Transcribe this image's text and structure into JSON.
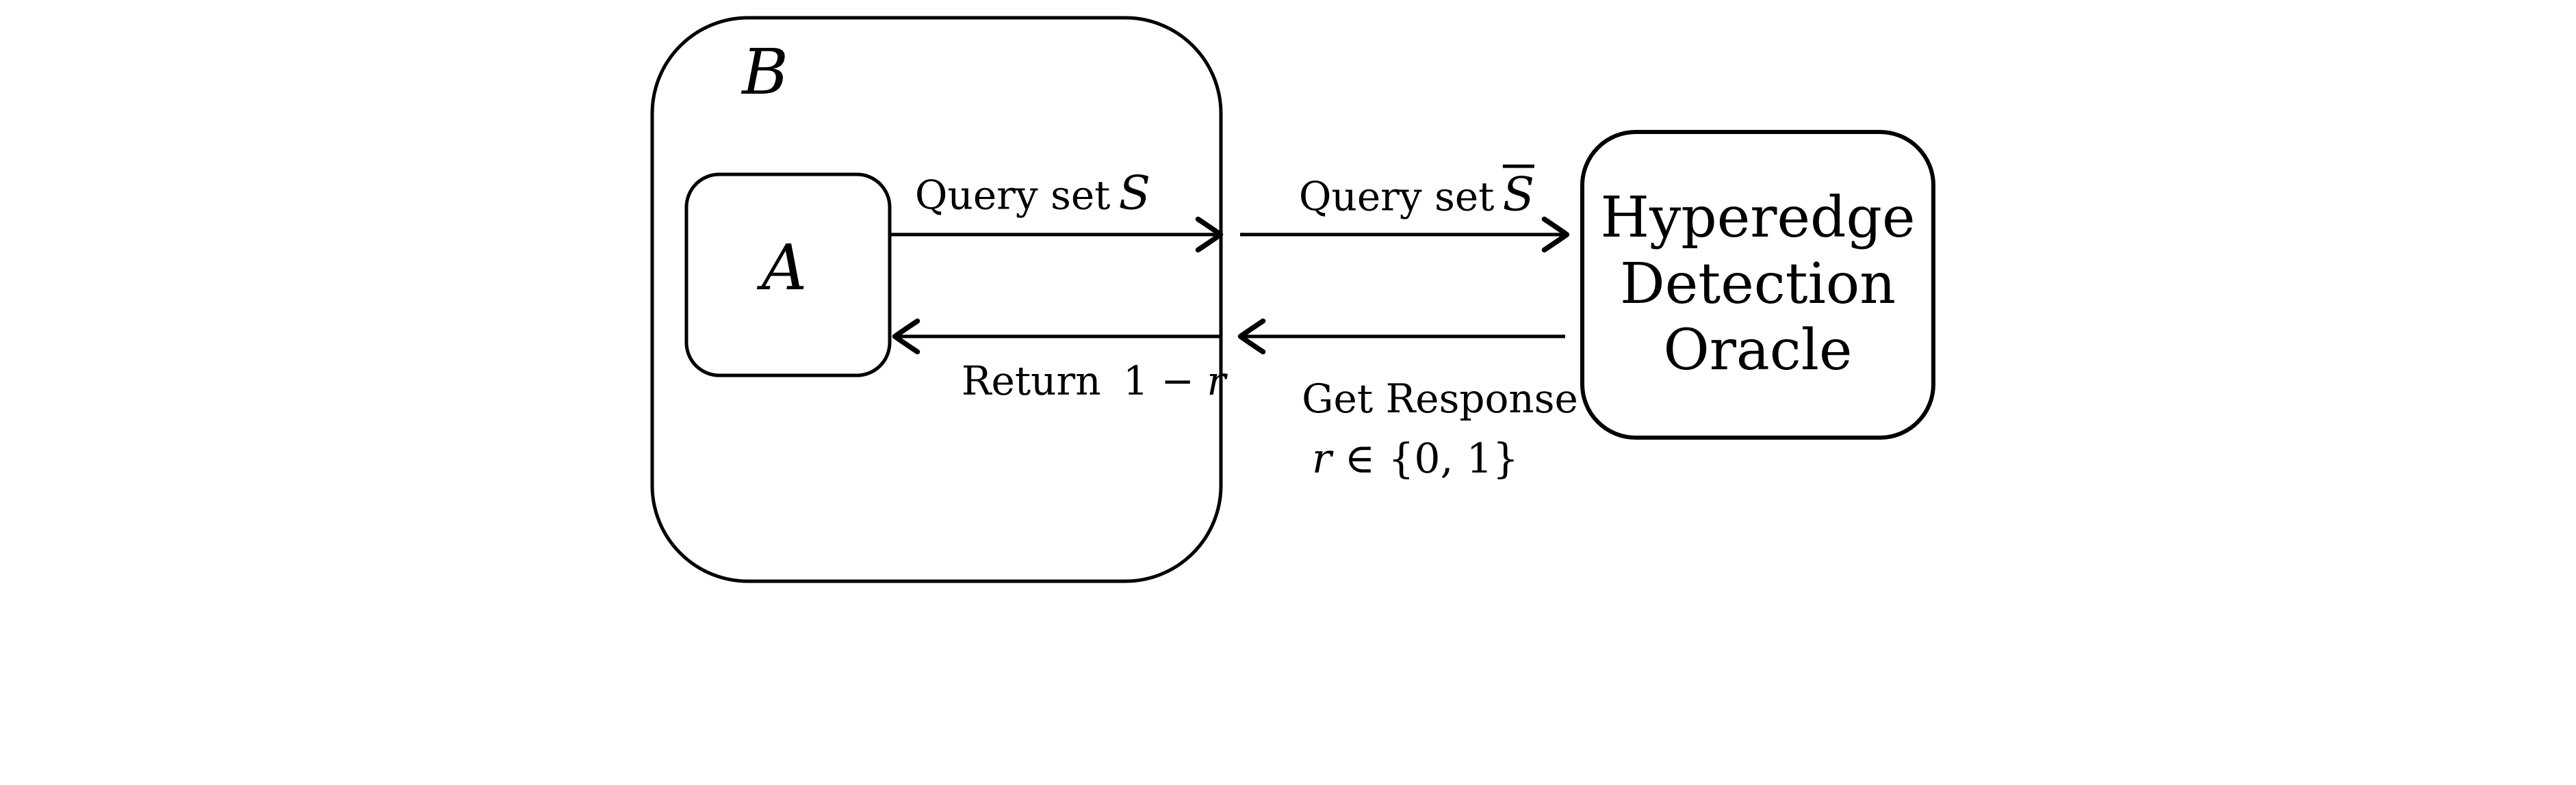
{
  "figure": {
    "background": "#ffffff",
    "ink": "#000000"
  },
  "boxes": {
    "reduction_b": {
      "label": "B"
    },
    "adversary_a": {
      "label": "A"
    },
    "oracle": {
      "lines": [
        "Hyperedge",
        "Detection",
        "Oracle"
      ]
    }
  },
  "messages": {
    "query_s": {
      "text": "Query set",
      "math_var": "S"
    },
    "query_s_bar": {
      "text": "Query set",
      "math_var": "S"
    },
    "return_1_minus_r": {
      "text": "Return",
      "math_pre": "1 −",
      "math_var": "r"
    },
    "get_response": {
      "text": "Get Response"
    },
    "response_domain": {
      "math_var": "r",
      "math_rest": "∈ {0, 1}"
    }
  }
}
